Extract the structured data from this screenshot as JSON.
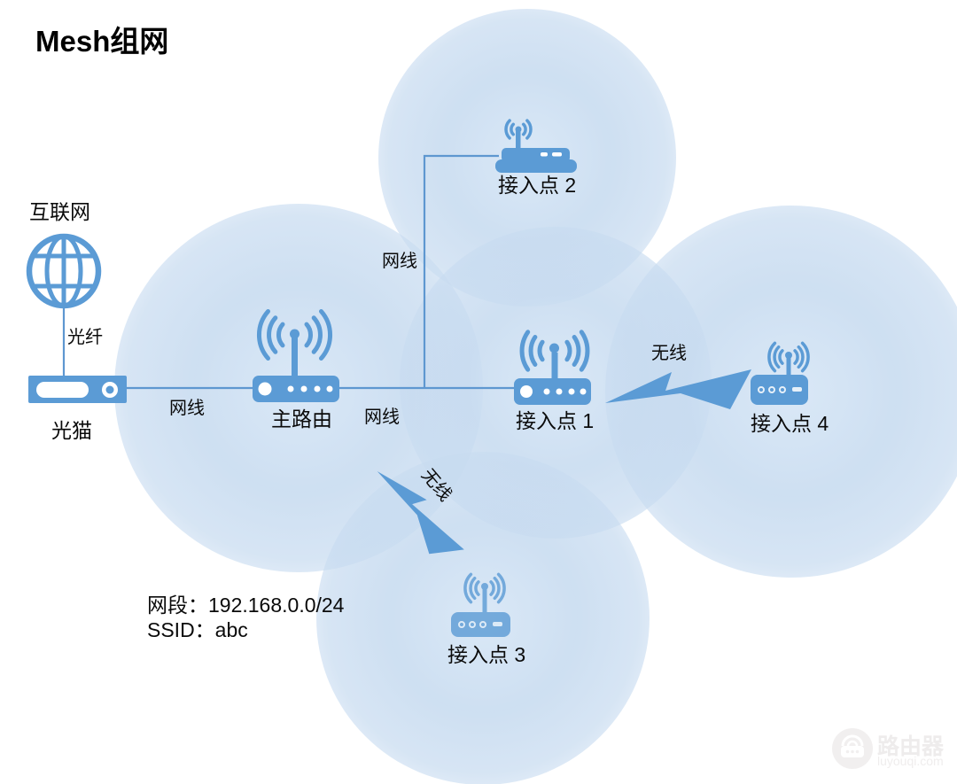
{
  "title": "Mesh组网",
  "colors": {
    "accent": "#5B9BD5",
    "cable_line": "#5E97D0",
    "coverage_glow": "#C7DBF0",
    "label_text": "#0A0A0A",
    "watermark": "#EEECEC"
  },
  "nodes": {
    "internet": {
      "label": "互联网"
    },
    "modem": {
      "label": "光猫"
    },
    "main_router": {
      "label": "主路由"
    },
    "ap1": {
      "label": "接入点 1"
    },
    "ap2": {
      "label": "接入点 2"
    },
    "ap3": {
      "label": "接入点 3"
    },
    "ap4": {
      "label": "接入点 4"
    }
  },
  "links": {
    "fiber": {
      "label": "光纤",
      "type": "fiber"
    },
    "cable_modem_router": {
      "label": "网线",
      "type": "ethernet"
    },
    "cable_router_ap1": {
      "label": "网线",
      "type": "ethernet"
    },
    "cable_router_ap2": {
      "label": "网线",
      "type": "ethernet"
    },
    "wireless_ap1_ap4": {
      "label": "无线",
      "type": "wireless"
    },
    "wireless_router_ap3": {
      "label": "无线",
      "type": "wireless"
    }
  },
  "config": {
    "segment": "网段：192.168.0.0/24",
    "ssid": "SSID：abc"
  },
  "watermark": {
    "name": "路由器",
    "domain": "luyouqi.com"
  }
}
